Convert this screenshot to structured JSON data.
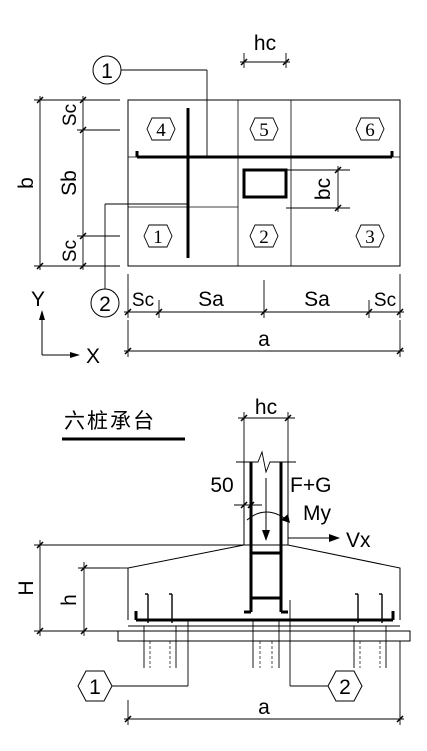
{
  "plan": {
    "dim_hc": "hc",
    "dim_bc": "bc",
    "dim_b": "b",
    "dim_sc_top": "Sc",
    "dim_sb": "Sb",
    "dim_sc_bottom": "Sc",
    "dim_sc_left": "Sc",
    "dim_sa_left": "Sa",
    "dim_sa_right": "Sa",
    "dim_sc_right": "Sc",
    "dim_a": "a",
    "pile_numbers": [
      "1",
      "2",
      "3",
      "4",
      "5",
      "6"
    ],
    "rebar_callout_1": "1",
    "rebar_callout_2": "2",
    "axis_y": "Y",
    "axis_x": "X"
  },
  "section": {
    "title": "六桩承台",
    "dim_hc": "hc",
    "dim_50": "50",
    "load_fg": "F+G",
    "load_my": "My",
    "load_vx": "Vx",
    "dim_H": "H",
    "dim_h": "h",
    "dim_a": "a",
    "rebar_callout_1": "1",
    "rebar_callout_2": "2"
  }
}
